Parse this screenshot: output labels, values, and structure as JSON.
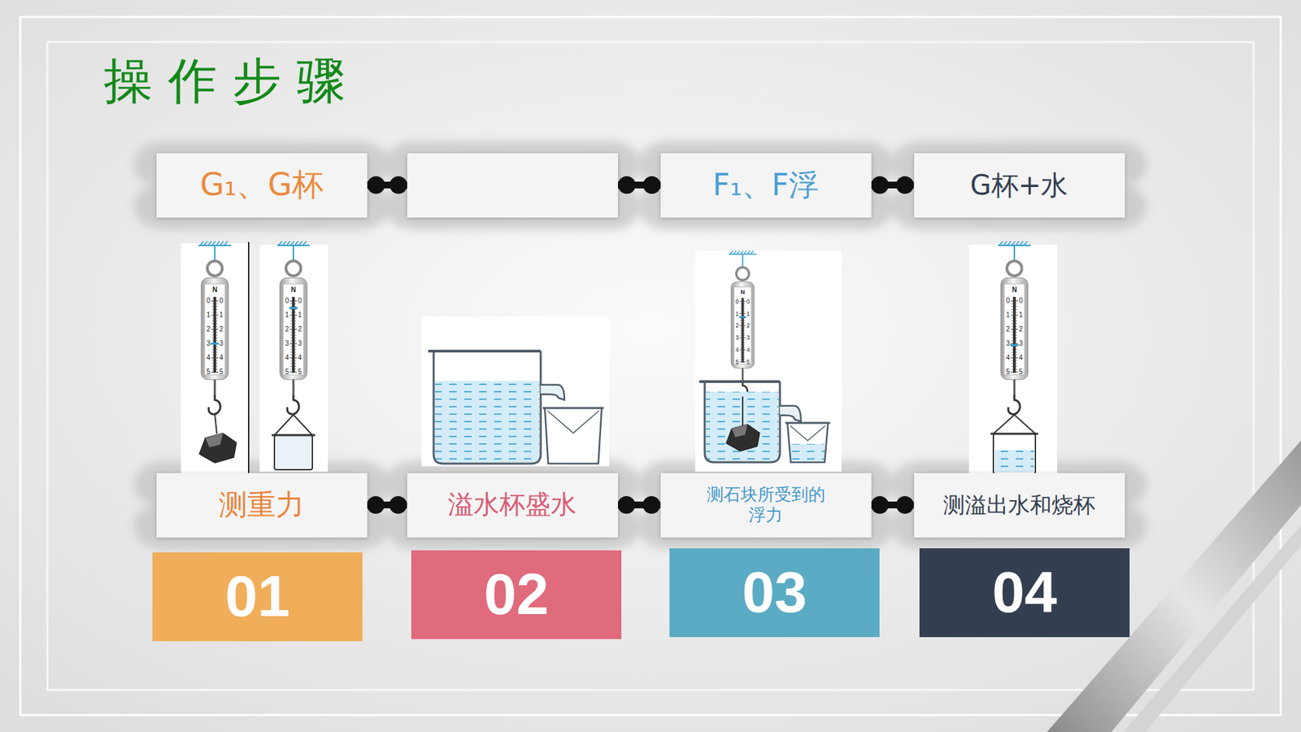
{
  "diagram": {
    "title": "操 作 步 骤",
    "nodes": [
      {
        "text": [
          "G₁、G杯"
        ]
      },
      {
        "text": [
          "F₁、F浮"
        ]
      },
      {
        "text": [
          "G杯+水"
        ]
      },
      {
        "text": [
          "测重力"
        ]
      },
      {
        "text": [
          "溢水杯盛水"
        ]
      },
      {
        "text": [
          "测石块所受到的浮力"
        ]
      },
      {
        "text": [
          "测溢出水和烧杯"
        ]
      },
      {
        "text": [
          "01"
        ]
      },
      {
        "text": [
          "02"
        ]
      },
      {
        "text": [
          "03"
        ]
      },
      {
        "text": [
          "04"
        ]
      }
    ],
    "edges": [
      {
        "from": 1,
        "to": 2,
        "arrow": "none"
      },
      {
        "from": 3,
        "to": 4,
        "arrow": "none"
      },
      {
        "from": 4,
        "to": 5,
        "arrow": "none"
      },
      {
        "from": 5,
        "to": 6,
        "arrow": "none"
      }
    ],
    "labels": [
      "N",
      "0",
      "1",
      "2",
      "3",
      "4",
      "5",
      "0",
      "1",
      "2",
      "3",
      "4",
      "5",
      "N",
      "0",
      "1",
      "2",
      "3",
      "4",
      "5",
      "0",
      "1",
      "2",
      "3",
      "4",
      "5",
      "N",
      "0",
      "1",
      "2",
      "3",
      "4",
      "5",
      "0",
      "1",
      "2",
      "3",
      "4",
      "5",
      "N",
      "0",
      "1",
      "2",
      "3",
      "4",
      "5",
      "0",
      "1",
      "2",
      "3",
      "4",
      "5"
    ]
  }
}
